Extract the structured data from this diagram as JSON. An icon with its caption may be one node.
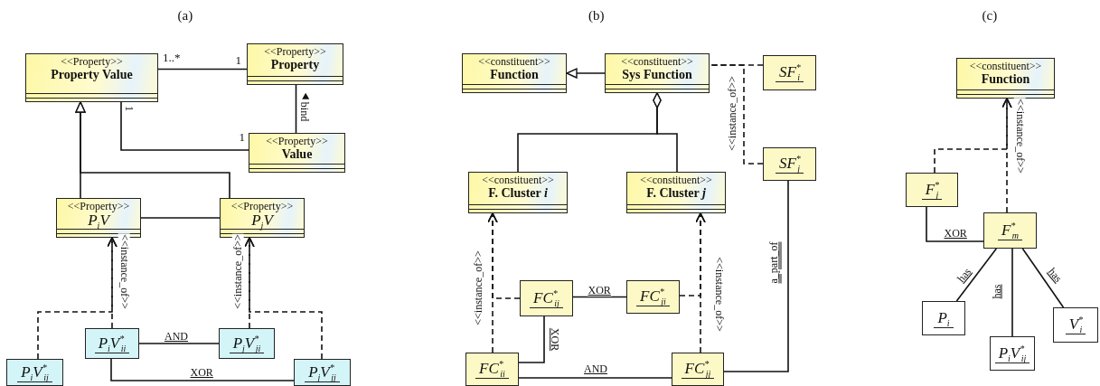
{
  "diagram": {
    "nodes": [
      {
        "text": [
          "<<Property>>",
          "Property Value"
        ]
      },
      {
        "text": [
          "<<Property>>",
          "Property"
        ]
      },
      {
        "text": [
          "<<Property>>",
          "Value"
        ]
      },
      {
        "text": [
          "<<Property>>",
          "P$_{i}$V"
        ]
      },
      {
        "text": [
          "<<Property>>",
          "P$_{j}$V"
        ]
      },
      {
        "text": [
          "P$_{i}$V$^{*}$$_{ii}$"
        ]
      },
      {
        "text": [
          "P$_{j}$V$^{*}$$_{ji}$"
        ]
      },
      {
        "text": [
          "P$_{i}$V$^{*}$$_{ij}$"
        ]
      },
      {
        "text": [
          "P$_{j}$V$^{*}$$_{jj}$"
        ]
      },
      {
        "text": [
          "<<constituent>>",
          "Function"
        ]
      },
      {
        "text": [
          "<<constituent>>",
          "Sys Function"
        ]
      },
      {
        "text": [
          "SF$^{*}$$_{i}$"
        ]
      },
      {
        "text": [
          "<<constituent>>",
          "F. Cluster *i*"
        ]
      },
      {
        "text": [
          "<<constituent>>",
          "F. Cluster *j*"
        ]
      },
      {
        "text": [
          "SF$^{*}$$_{j}$"
        ]
      },
      {
        "text": [
          "FC$^{*}$$_{ij}$"
        ]
      },
      {
        "text": [
          "FC$^{*}$$_{ji}$"
        ]
      },
      {
        "text": [
          "FC$^{*}$$_{ii}$"
        ]
      },
      {
        "text": [
          "FC$^{*}$$_{jj}$"
        ]
      },
      {
        "text": [
          "<<constituent>>",
          "Function"
        ]
      },
      {
        "text": [
          "F$^{*}$$_{j}$"
        ]
      },
      {
        "text": [
          "F$^{*}$$_{m}$"
        ]
      },
      {
        "text": [
          "P$_{i}$"
        ]
      },
      {
        "text": [
          "P$_{i}$V$^{*}$$_{ij}$"
        ]
      },
      {
        "text": [
          "V$^{*}$$_{i}$"
        ]
      }
    ],
    "edges": [
      {
        "from": 0,
        "to": 1,
        "arrow": "none"
      },
      {
        "from": 2,
        "to": 1,
        "arrow": "none",
        "label": "bind"
      },
      {
        "from": 0,
        "to": 2,
        "arrow": "none"
      },
      {
        "from": 3,
        "to": 0,
        "arrow": "to"
      },
      {
        "from": 4,
        "to": 0,
        "arrow": "to"
      },
      {
        "from": 3,
        "to": 4,
        "arrow": "none"
      },
      {
        "from": 5,
        "to": 3,
        "arrow": "to",
        "style": "dashed",
        "label": "<<instance_of>>"
      },
      {
        "from": 6,
        "to": 4,
        "arrow": "to",
        "style": "dashed",
        "label": "<<instance_of>>"
      },
      {
        "from": 7,
        "to": 3,
        "arrow": "to",
        "style": "dashed"
      },
      {
        "from": 8,
        "to": 4,
        "arrow": "to",
        "style": "dashed"
      },
      {
        "from": 5,
        "to": 6,
        "arrow": "none",
        "label": "AND"
      },
      {
        "from": 5,
        "to": 8,
        "arrow": "none",
        "label": "XOR"
      },
      {
        "from": 10,
        "to": 9,
        "arrow": "to"
      },
      {
        "from": 12,
        "to": 10,
        "arrow": "other"
      },
      {
        "from": 13,
        "to": 10,
        "arrow": "other"
      },
      {
        "from": 11,
        "to": 10,
        "arrow": "none",
        "style": "dashed"
      },
      {
        "from": 14,
        "to": 10,
        "arrow": "none",
        "style": "dashed",
        "label": "<<instance_of>>"
      },
      {
        "from": 17,
        "to": 12,
        "arrow": "to",
        "style": "dashed",
        "label": "<<instance_of>>"
      },
      {
        "from": 15,
        "to": 12,
        "arrow": "to",
        "style": "dashed"
      },
      {
        "from": 18,
        "to": 13,
        "arrow": "to",
        "style": "dashed",
        "label": "<<instance_of>>"
      },
      {
        "from": 16,
        "to": 13,
        "arrow": "to",
        "style": "dashed"
      },
      {
        "from": 15,
        "to": 16,
        "arrow": "none",
        "label": "XOR"
      },
      {
        "from": 15,
        "to": 17,
        "arrow": "none",
        "label": "XOR"
      },
      {
        "from": 17,
        "to": 18,
        "arrow": "none",
        "label": "AND"
      },
      {
        "from": 18,
        "to": 14,
        "arrow": "none",
        "label": "a_part_of"
      },
      {
        "from": 21,
        "to": 19,
        "arrow": "to",
        "style": "dashed",
        "label": "<<instance_of>>"
      },
      {
        "from": 20,
        "to": 19,
        "arrow": "to",
        "style": "dashed"
      },
      {
        "from": 20,
        "to": 21,
        "arrow": "none",
        "label": "XOR"
      },
      {
        "from": 21,
        "to": 22,
        "arrow": "none",
        "label": "has"
      },
      {
        "from": 21,
        "to": 23,
        "arrow": "none",
        "label": "has"
      },
      {
        "from": 21,
        "to": 24,
        "arrow": "none",
        "label": "has"
      }
    ],
    "labels": [
      "(a)",
      "(b)",
      "(c)",
      "1..*",
      "1",
      "1",
      "1"
    ]
  }
}
